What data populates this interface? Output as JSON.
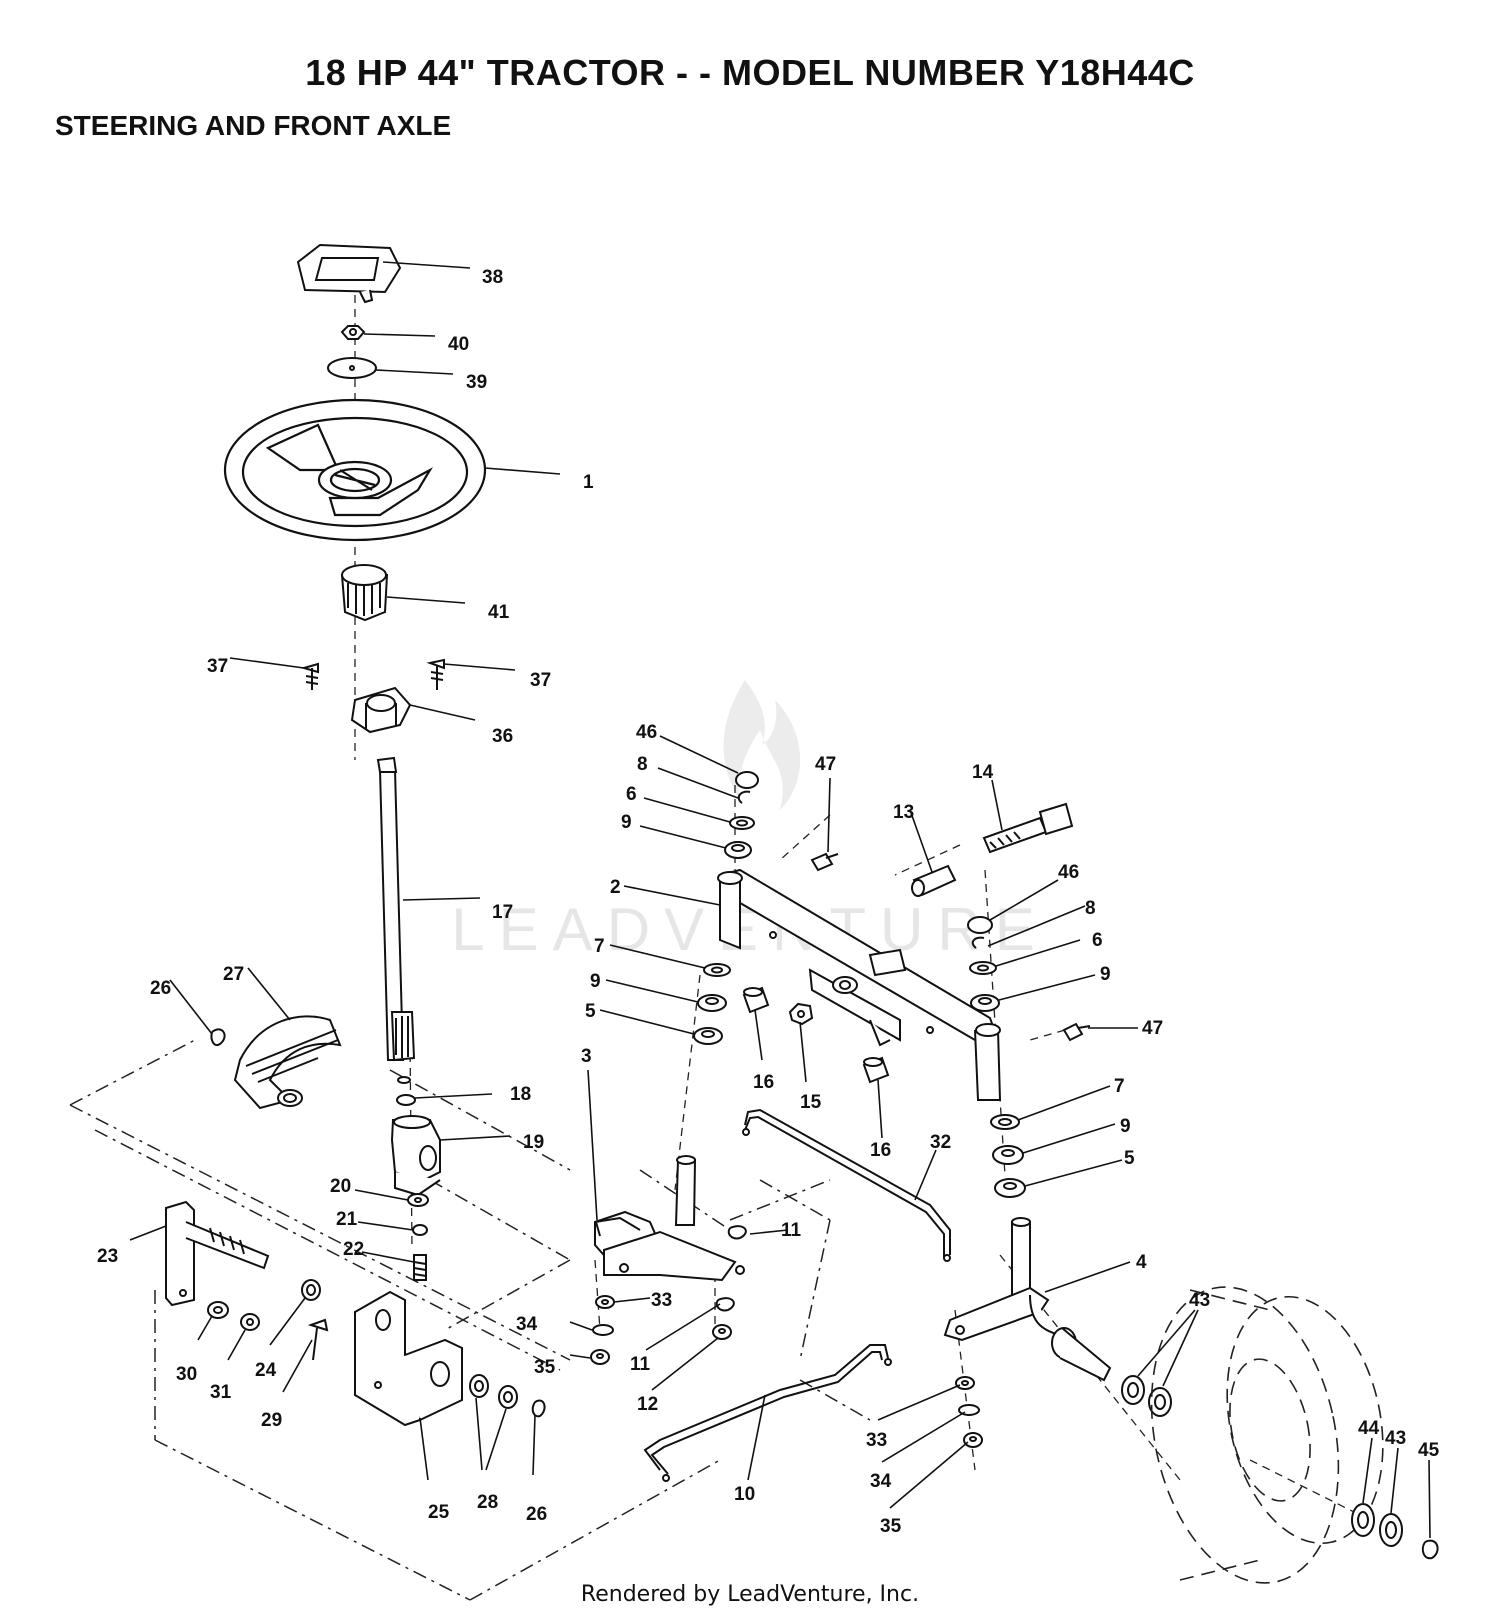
{
  "header": {
    "title": "18 HP 44\" TRACTOR - - MODEL NUMBER Y18H44C",
    "subtitle": "STEERING AND FRONT AXLE"
  },
  "watermark": {
    "text": "LEADVENTURE"
  },
  "footer": {
    "text": "Rendered by LeadVenture, Inc."
  },
  "callouts": [
    {
      "label": "38"
    },
    {
      "label": "40"
    },
    {
      "label": "39"
    },
    {
      "label": "1"
    },
    {
      "label": "41"
    },
    {
      "label": "37"
    },
    {
      "label": "37"
    },
    {
      "label": "36"
    },
    {
      "label": "17"
    },
    {
      "label": "27"
    },
    {
      "label": "26"
    },
    {
      "label": "18"
    },
    {
      "label": "19"
    },
    {
      "label": "20"
    },
    {
      "label": "21"
    },
    {
      "label": "22"
    },
    {
      "label": "23"
    },
    {
      "label": "30"
    },
    {
      "label": "31"
    },
    {
      "label": "24"
    },
    {
      "label": "29"
    },
    {
      "label": "25"
    },
    {
      "label": "28"
    },
    {
      "label": "26"
    },
    {
      "label": "46"
    },
    {
      "label": "8"
    },
    {
      "label": "6"
    },
    {
      "label": "9"
    },
    {
      "label": "47"
    },
    {
      "label": "13"
    },
    {
      "label": "14"
    },
    {
      "label": "2"
    },
    {
      "label": "7"
    },
    {
      "label": "9"
    },
    {
      "label": "5"
    },
    {
      "label": "16"
    },
    {
      "label": "15"
    },
    {
      "label": "46"
    },
    {
      "label": "8"
    },
    {
      "label": "6"
    },
    {
      "label": "9"
    },
    {
      "label": "47"
    },
    {
      "label": "16"
    },
    {
      "label": "7"
    },
    {
      "label": "9"
    },
    {
      "label": "5"
    },
    {
      "label": "3"
    },
    {
      "label": "32"
    },
    {
      "label": "11"
    },
    {
      "label": "33"
    },
    {
      "label": "34"
    },
    {
      "label": "35"
    },
    {
      "label": "11"
    },
    {
      "label": "12"
    },
    {
      "label": "10"
    },
    {
      "label": "4"
    },
    {
      "label": "43"
    },
    {
      "label": "33"
    },
    {
      "label": "34"
    },
    {
      "label": "35"
    },
    {
      "label": "44"
    },
    {
      "label": "43"
    },
    {
      "label": "45"
    }
  ]
}
